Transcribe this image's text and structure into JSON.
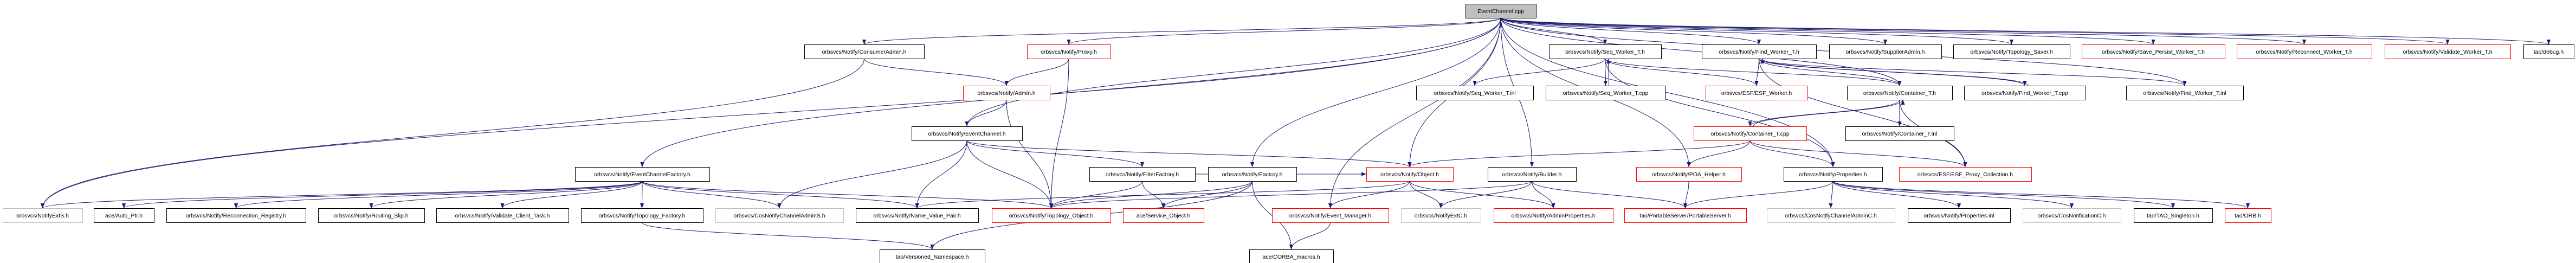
{
  "title": "EventChannel.cpp",
  "colors": {
    "edge": "#191970",
    "missing_border": "#ff0000",
    "external_border": "#bfbfbf",
    "root_fill": "#bfbfbf"
  },
  "nodes": [
    {
      "id": "root",
      "label": "EventChannel.cpp",
      "style": "root"
    },
    {
      "id": "consumeradmin",
      "label": "orbsvcs/Notify/ConsumerAdmin.h",
      "style": "normal"
    },
    {
      "id": "proxy",
      "label": "orbsvcs/Notify/Proxy.h",
      "style": "red"
    },
    {
      "id": "seqworker_h",
      "label": "orbsvcs/Notify/Seq_Worker_T.h",
      "style": "normal"
    },
    {
      "id": "findworker_h",
      "label": "orbsvcs/Notify/Find_Worker_T.h",
      "style": "normal"
    },
    {
      "id": "supplieradmin",
      "label": "orbsvcs/Notify/SupplierAdmin.h",
      "style": "normal"
    },
    {
      "id": "topology_saver",
      "label": "orbsvcs/Notify/Topology_Saver.h",
      "style": "normal"
    },
    {
      "id": "save_persist",
      "label": "orbsvcs/Notify/Save_Persist_Worker_T.h",
      "style": "red"
    },
    {
      "id": "reconnect_worker",
      "label": "orbsvcs/Notify/Reconnect_Worker_T.h",
      "style": "red"
    },
    {
      "id": "validate_worker",
      "label": "orbsvcs/Notify/Validate_Worker_T.h",
      "style": "red"
    },
    {
      "id": "debug",
      "label": "tao/debug.h",
      "style": "normal"
    },
    {
      "id": "admin",
      "label": "orbsvcs/Notify/Admin.h",
      "style": "red"
    },
    {
      "id": "seqworker_inl",
      "label": "orbsvcs/Notify/Seq_Worker_T.inl",
      "style": "normal"
    },
    {
      "id": "seqworker_cpp",
      "label": "orbsvcs/Notify/Seq_Worker_T.cpp",
      "style": "normal"
    },
    {
      "id": "esf_worker",
      "label": "orbsvcs/ESF/ESF_Worker.h",
      "style": "red"
    },
    {
      "id": "container_h",
      "label": "orbsvcs/Notify/Container_T.h",
      "style": "normal"
    },
    {
      "id": "findworker_cpp",
      "label": "orbsvcs/Notify/Find_Worker_T.cpp",
      "style": "normal"
    },
    {
      "id": "findworker_inl",
      "label": "orbsvcs/Notify/Find_Worker_T.inl",
      "style": "normal"
    },
    {
      "id": "eventchannel_h",
      "label": "orbsvcs/Notify/EventChannel.h",
      "style": "normal"
    },
    {
      "id": "container_cpp",
      "label": "orbsvcs/Notify/Container_T.cpp",
      "style": "red"
    },
    {
      "id": "container_inl",
      "label": "orbsvcs/Notify/Container_T.inl",
      "style": "normal"
    },
    {
      "id": "ecfactory",
      "label": "orbsvcs/Notify/EventChannelFactory.h",
      "style": "normal"
    },
    {
      "id": "filterfactory",
      "label": "orbsvcs/Notify/FilterFactory.h",
      "style": "normal"
    },
    {
      "id": "factory",
      "label": "orbsvcs/Notify/Factory.h",
      "style": "normal"
    },
    {
      "id": "object",
      "label": "orbsvcs/Notify/Object.h",
      "style": "red"
    },
    {
      "id": "builder",
      "label": "orbsvcs/Notify/Builder.h",
      "style": "normal"
    },
    {
      "id": "poa_helper",
      "label": "orbsvcs/Notify/POA_Helper.h",
      "style": "red"
    },
    {
      "id": "properties_h",
      "label": "orbsvcs/Notify/Properties.h",
      "style": "normal"
    },
    {
      "id": "esf_proxy_coll",
      "label": "orbsvcs/ESF/ESF_Proxy_Collection.h",
      "style": "red"
    },
    {
      "id": "notifyexts",
      "label": "orbsvcs/NotifyExtS.h",
      "style": "gray"
    },
    {
      "id": "auto_ptr",
      "label": "ace/Auto_Ptr.h",
      "style": "normal"
    },
    {
      "id": "reconn_registry",
      "label": "orbsvcs/Notify/Reconnection_Registry.h",
      "style": "normal"
    },
    {
      "id": "routing_slip",
      "label": "orbsvcs/Notify/Routing_Slip.h",
      "style": "normal"
    },
    {
      "id": "validate_client",
      "label": "orbsvcs/Notify/Validate_Client_Task.h",
      "style": "normal"
    },
    {
      "id": "topology_factory",
      "label": "orbsvcs/Notify/Topology_Factory.h",
      "style": "normal"
    },
    {
      "id": "cosnca_s",
      "label": "orbsvcs/CosNotifyChannelAdminS.h",
      "style": "gray"
    },
    {
      "id": "name_value",
      "label": "orbsvcs/Notify/Name_Value_Pair.h",
      "style": "normal"
    },
    {
      "id": "topology_object",
      "label": "orbsvcs/Notify/Topology_Object.h",
      "style": "red"
    },
    {
      "id": "service_object",
      "label": "ace/Service_Object.h",
      "style": "red"
    },
    {
      "id": "event_manager",
      "label": "orbsvcs/Notify/Event_Manager.h",
      "style": "red"
    },
    {
      "id": "notifyextc",
      "label": "orbsvcs/NotifyExtC.h",
      "style": "gray"
    },
    {
      "id": "adminprops",
      "label": "orbsvcs/Notify/AdminProperties.h",
      "style": "red"
    },
    {
      "id": "portableserver",
      "label": "tao/PortableServer/PortableServer.h",
      "style": "red"
    },
    {
      "id": "cosnca_c",
      "label": "orbsvcs/CosNotifyChannelAdminC.h",
      "style": "gray"
    },
    {
      "id": "properties_inl",
      "label": "orbsvcs/Notify/Properties.inl",
      "style": "normal"
    },
    {
      "id": "cosnotification_c",
      "label": "orbsvcs/CosNotificationC.h",
      "style": "gray"
    },
    {
      "id": "tao_singleton",
      "label": "tao/TAO_Singleton.h",
      "style": "normal"
    },
    {
      "id": "orb",
      "label": "tao/ORB.h",
      "style": "red"
    },
    {
      "id": "versioned_ns",
      "label": "tao/Versioned_Namespace.h",
      "style": "normal"
    },
    {
      "id": "corba_macros",
      "label": "ace/CORBA_macros.h",
      "style": "normal"
    }
  ],
  "edges": [
    [
      "root",
      "consumeradmin"
    ],
    [
      "root",
      "proxy"
    ],
    [
      "root",
      "seqworker_h"
    ],
    [
      "root",
      "findworker_h"
    ],
    [
      "root",
      "supplieradmin"
    ],
    [
      "root",
      "topology_saver"
    ],
    [
      "root",
      "save_persist"
    ],
    [
      "root",
      "reconnect_worker"
    ],
    [
      "root",
      "validate_worker"
    ],
    [
      "root",
      "debug"
    ],
    [
      "root",
      "eventchannel_h"
    ],
    [
      "root",
      "ecfactory"
    ],
    [
      "root",
      "factory"
    ],
    [
      "root",
      "object"
    ],
    [
      "root",
      "builder"
    ],
    [
      "root",
      "poa_helper"
    ],
    [
      "root",
      "properties_h"
    ],
    [
      "root",
      "event_manager"
    ],
    [
      "root",
      "notifyexts"
    ],
    [
      "root",
      "container_h"
    ],
    [
      "root",
      "findworker_inl"
    ],
    [
      "consumeradmin",
      "admin"
    ],
    [
      "consumeradmin",
      "notifyexts"
    ],
    [
      "proxy",
      "admin"
    ],
    [
      "proxy",
      "topology_object"
    ],
    [
      "admin",
      "eventchannel_h"
    ],
    [
      "admin",
      "topology_object"
    ],
    [
      "eventchannel_h",
      "topology_object"
    ],
    [
      "eventchannel_h",
      "filterfactory"
    ],
    [
      "eventchannel_h",
      "cosnca_s"
    ],
    [
      "eventchannel_h",
      "object"
    ],
    [
      "eventchannel_h",
      "name_value"
    ],
    [
      "ecfactory",
      "notifyexts"
    ],
    [
      "ecfactory",
      "auto_ptr"
    ],
    [
      "ecfactory",
      "reconn_registry"
    ],
    [
      "ecfactory",
      "routing_slip"
    ],
    [
      "ecfactory",
      "validate_client"
    ],
    [
      "ecfactory",
      "topology_factory"
    ],
    [
      "ecfactory",
      "cosnca_s"
    ],
    [
      "ecfactory",
      "name_value"
    ],
    [
      "ecfactory",
      "topology_object"
    ],
    [
      "topology_factory",
      "versioned_ns"
    ],
    [
      "filterfactory",
      "topology_object"
    ],
    [
      "filterfactory",
      "service_object"
    ],
    [
      "filterfactory",
      "object"
    ],
    [
      "factory",
      "service_object"
    ],
    [
      "factory",
      "corba_macros"
    ],
    [
      "factory",
      "versioned_ns"
    ],
    [
      "factory",
      "topology_object"
    ],
    [
      "object",
      "event_manager"
    ],
    [
      "object",
      "notifyextc"
    ],
    [
      "object",
      "adminprops"
    ],
    [
      "object",
      "name_value"
    ],
    [
      "event_manager",
      "corba_macros"
    ],
    [
      "builder",
      "notifyextc"
    ],
    [
      "builder",
      "adminprops"
    ],
    [
      "builder",
      "portableserver"
    ],
    [
      "builder",
      "topology_object"
    ],
    [
      "poa_helper",
      "portableserver"
    ],
    [
      "seqworker_h",
      "seqworker_inl"
    ],
    [
      "seqworker_h",
      "seqworker_cpp"
    ],
    [
      "seqworker_h",
      "esf_worker"
    ],
    [
      "seqworker_h",
      "container_h"
    ],
    [
      "seqworker_h",
      "properties_h"
    ],
    [
      "seqworker_cpp",
      "seqworker_h"
    ],
    [
      "findworker_h",
      "esf_worker"
    ],
    [
      "findworker_h",
      "container_h"
    ],
    [
      "findworker_h",
      "findworker_cpp"
    ],
    [
      "findworker_h",
      "findworker_inl"
    ],
    [
      "findworker_h",
      "esf_proxy_coll"
    ],
    [
      "findworker_cpp",
      "findworker_h"
    ],
    [
      "container_h",
      "container_inl"
    ],
    [
      "container_h",
      "container_cpp"
    ],
    [
      "container_h",
      "esf_proxy_coll"
    ],
    [
      "container_cpp",
      "container_h"
    ],
    [
      "container_cpp",
      "properties_h"
    ],
    [
      "container_cpp",
      "esf_proxy_coll"
    ],
    [
      "container_cpp",
      "poa_helper"
    ],
    [
      "container_cpp",
      "object"
    ],
    [
      "properties_h",
      "portableserver"
    ],
    [
      "properties_h",
      "cosnca_c"
    ],
    [
      "properties_h",
      "properties_inl"
    ],
    [
      "properties_h",
      "cosnotification_c"
    ],
    [
      "properties_h",
      "tao_singleton"
    ],
    [
      "properties_h",
      "orb"
    ]
  ]
}
